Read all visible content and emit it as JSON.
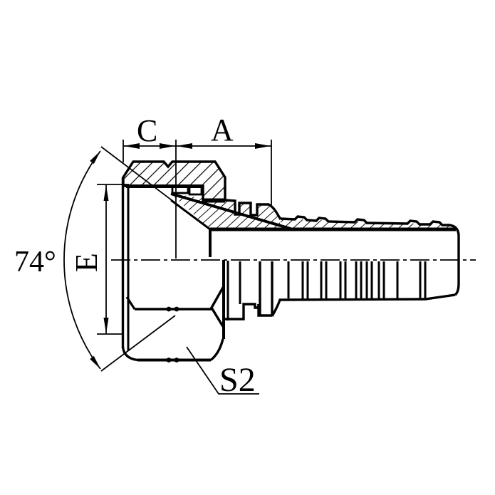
{
  "drawing": {
    "title": "hydraulic-fitting-section-drawing",
    "labels": {
      "dim_c": "C",
      "dim_a": "A",
      "angle": "74°",
      "dim_e": "E",
      "wrench_size": "S2"
    },
    "colors": {
      "line": "#000000",
      "background": "#ffffff"
    }
  }
}
